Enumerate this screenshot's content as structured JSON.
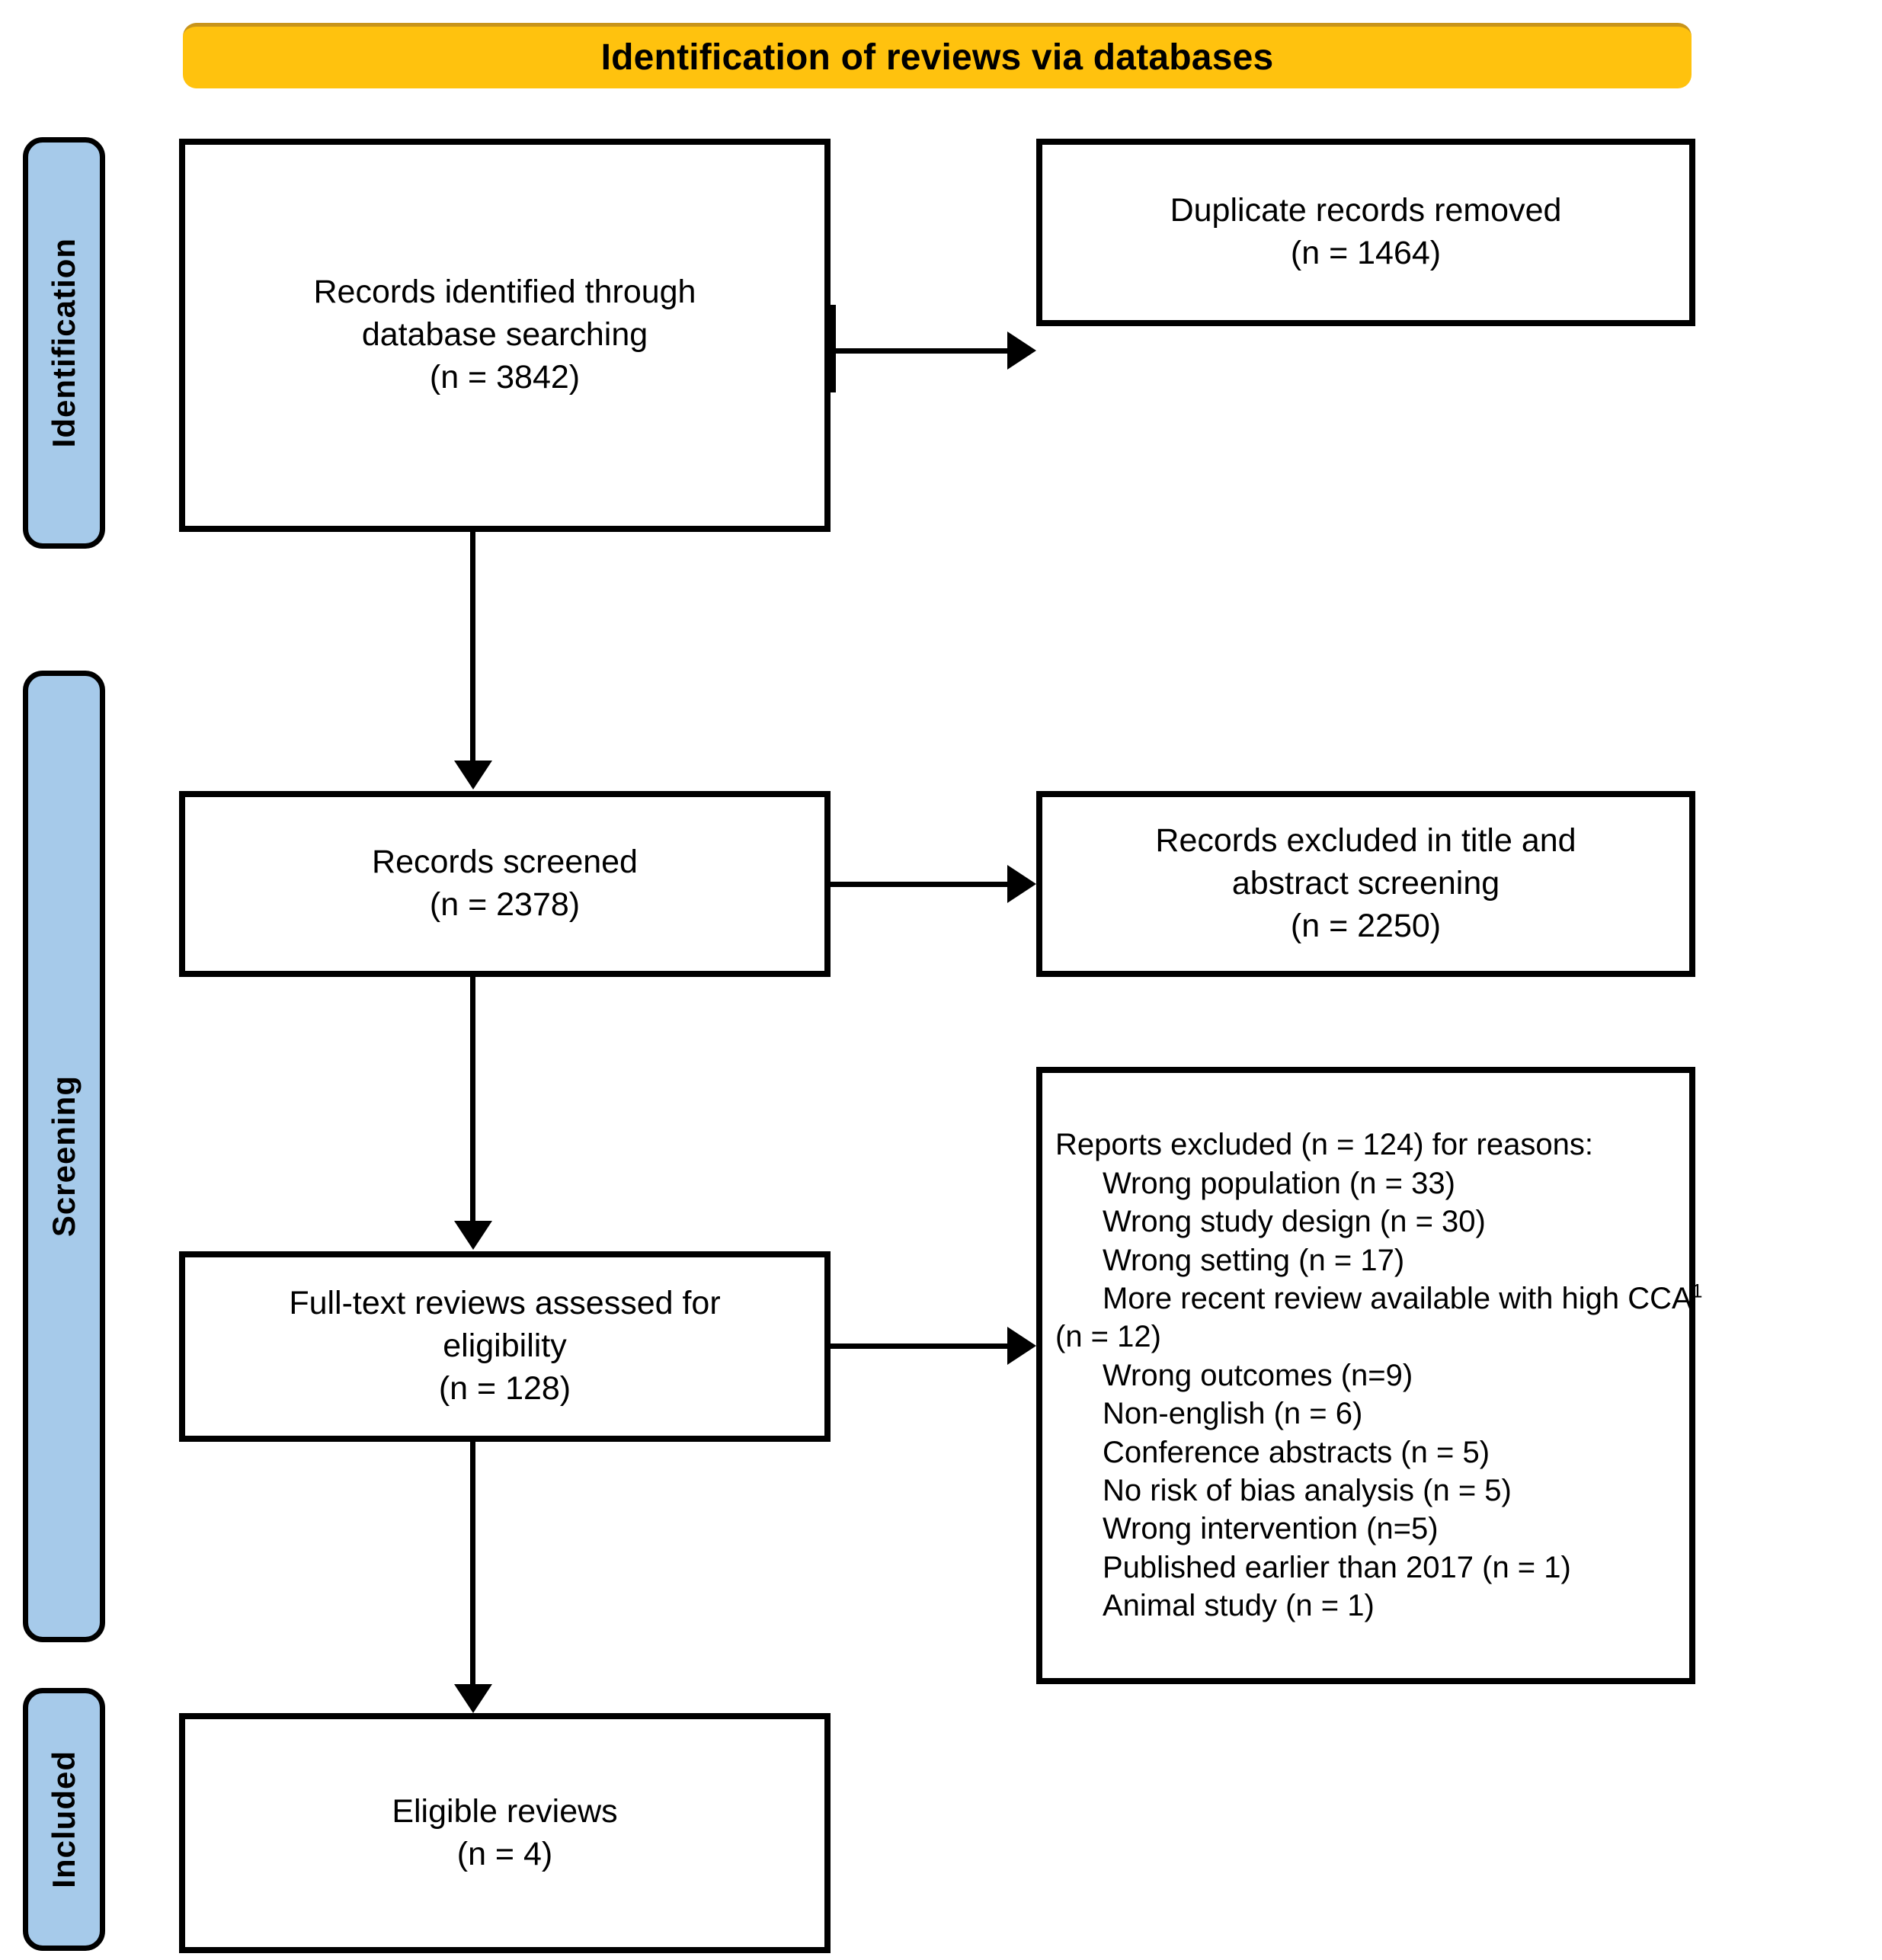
{
  "diagram": {
    "type": "prisma-flow-diagram",
    "banner": {
      "title": "Identification of reviews via databases",
      "background_color": "#FFC20E"
    },
    "stage_color": "#A6CAEA",
    "stages": [
      {
        "id": "identification",
        "label": "Identification"
      },
      {
        "id": "screening",
        "label": "Screening"
      },
      {
        "id": "included",
        "label": "Included"
      }
    ],
    "boxes": {
      "records_identified": {
        "label": "Records identified through\ndatabase searching\n(n = 3842)",
        "count": 3842
      },
      "duplicates_removed": {
        "label": "Duplicate records removed\n(n = 1464)",
        "count": 1464
      },
      "records_screened": {
        "label": "Records screened\n(n = 2378)",
        "count": 2378
      },
      "records_excluded_title_abstract": {
        "label": "Records excluded in title and\nabstract screening\n(n = 2250)",
        "count": 2250
      },
      "fulltext_assessed": {
        "label": "Full-text reviews assessed for\neligibility\n(n = 128)",
        "count": 128
      },
      "eligible_reviews": {
        "label": "Eligible reviews\n(n = 4)",
        "count": 4
      },
      "reports_excluded": {
        "heading": "Reports excluded (n = 124) for reasons:",
        "total": 124,
        "reasons": [
          {
            "label": "Wrong population (n = 33)",
            "count": 33
          },
          {
            "label": "Wrong study design (n = 30)",
            "count": 30
          },
          {
            "label": "Wrong setting (n = 17)",
            "count": 17
          },
          {
            "label": "More recent review available with high CCA",
            "superscript": "1",
            "count": 12
          },
          {
            "label": "(n = 12)",
            "continuation": true,
            "count": 12
          },
          {
            "label": "Wrong outcomes (n=9)",
            "count": 9
          },
          {
            "label": "Non-english (n = 6)",
            "count": 6
          },
          {
            "label": "Conference abstracts (n = 5)",
            "count": 5
          },
          {
            "label": "No risk of bias analysis (n = 5)",
            "count": 5
          },
          {
            "label": "Wrong intervention (n=5)",
            "count": 5
          },
          {
            "label": "Published earlier than 2017 (n = 1)",
            "count": 1
          },
          {
            "label": "Animal study (n = 1)",
            "count": 1
          }
        ]
      }
    }
  }
}
